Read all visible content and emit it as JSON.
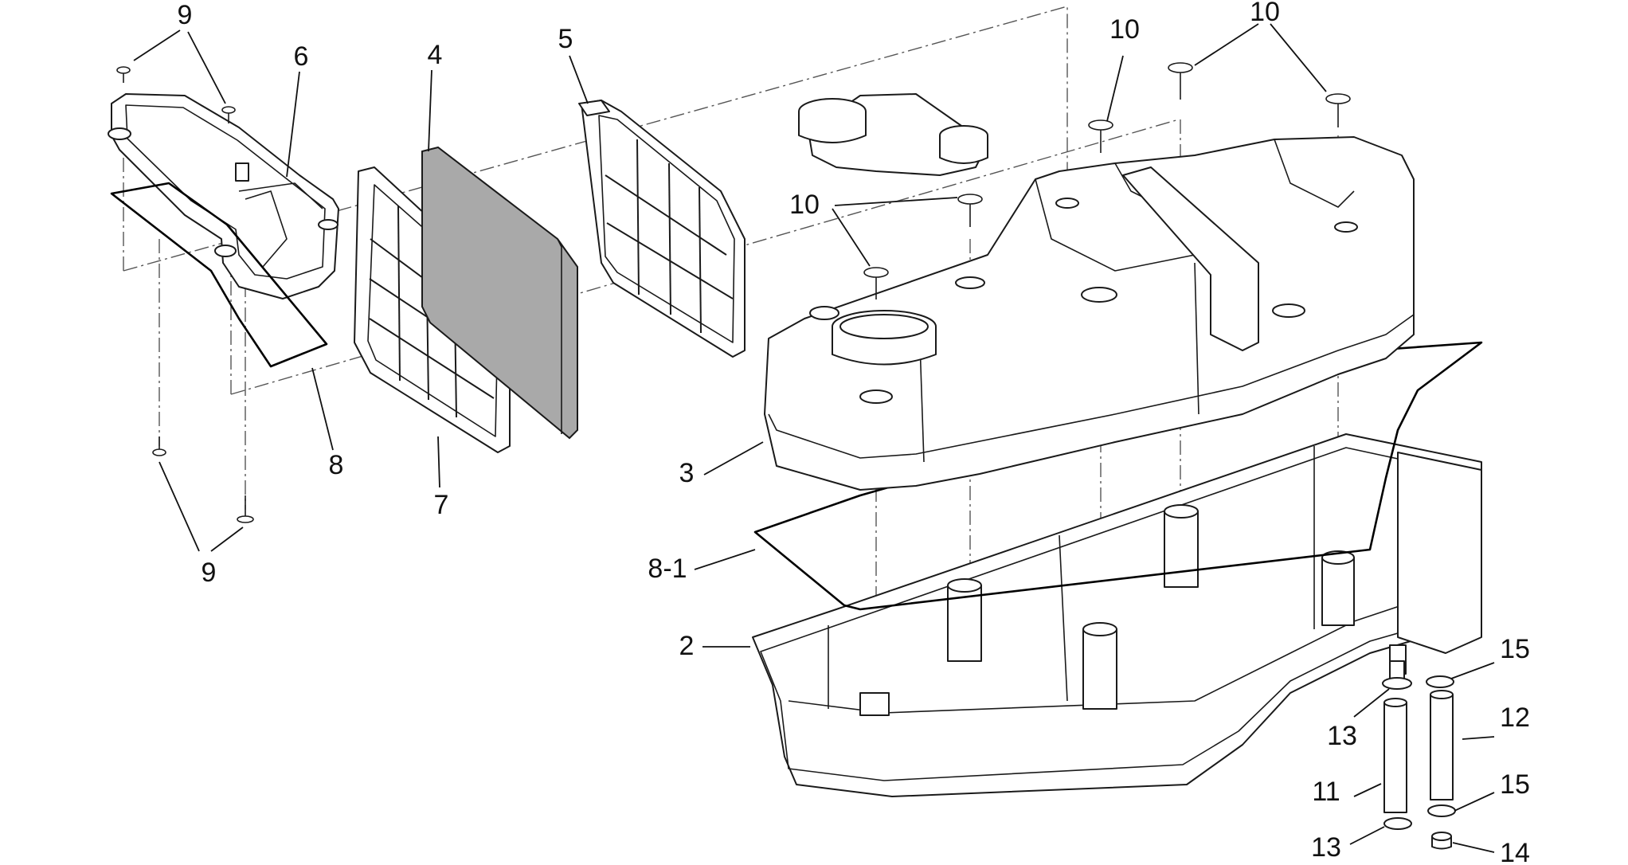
{
  "diagram": {
    "callouts": [
      {
        "id": "c9a",
        "text": "9"
      },
      {
        "id": "c6",
        "text": "6"
      },
      {
        "id": "c4",
        "text": "4"
      },
      {
        "id": "c5",
        "text": "5"
      },
      {
        "id": "c10a",
        "text": "10"
      },
      {
        "id": "c10b",
        "text": "10"
      },
      {
        "id": "c10c",
        "text": "10"
      },
      {
        "id": "c8",
        "text": "8"
      },
      {
        "id": "c7",
        "text": "7"
      },
      {
        "id": "c3",
        "text": "3"
      },
      {
        "id": "c81",
        "text": "8-1"
      },
      {
        "id": "c9b",
        "text": "9"
      },
      {
        "id": "c2",
        "text": "2"
      },
      {
        "id": "c15a",
        "text": "15"
      },
      {
        "id": "c12",
        "text": "12"
      },
      {
        "id": "c13a",
        "text": "13"
      },
      {
        "id": "c11",
        "text": "11"
      },
      {
        "id": "c15b",
        "text": "15"
      },
      {
        "id": "c13b",
        "text": "13"
      },
      {
        "id": "c14",
        "text": "14"
      }
    ]
  }
}
